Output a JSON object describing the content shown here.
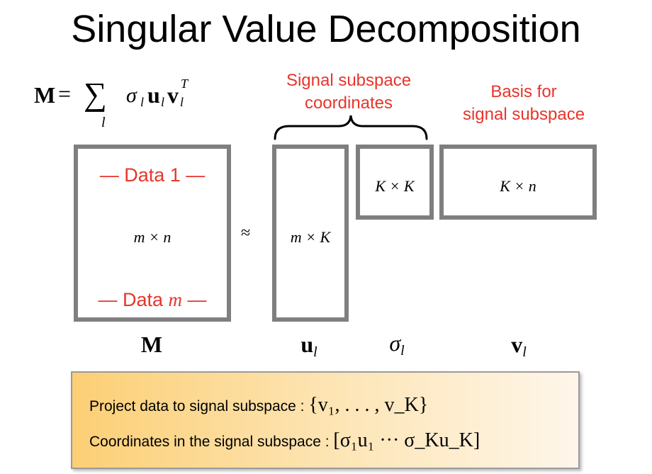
{
  "title": "Singular Value Decomposition",
  "formula": {
    "lhs": "M",
    "eq": "=",
    "sum": "∑",
    "sum_index": "l",
    "sigma": "σ",
    "u": "u",
    "v": "v",
    "sub": "l",
    "sup": "T"
  },
  "brace_label": "Signal subspace\ncoordinates",
  "basis_label": "Basis for\nsignal subspace",
  "matrix_M": {
    "top_row": "— Data 1 —",
    "dims": "m × n",
    "bottom_row_prefix": "— Data ",
    "bottom_row_var": "m",
    "bottom_row_suffix": " —"
  },
  "approx": "≈",
  "matrix_u_dims": "m × K",
  "matrix_sigma_dims": "K × K",
  "matrix_v_dims": "K × n",
  "labels": {
    "M": "M",
    "u": "u",
    "sigma": "σ",
    "v": "v",
    "sub": "l"
  },
  "bottom": {
    "line1_text": "Project data to signal subspace : ",
    "line1_math": "{v₁, . . . , v_K}",
    "line2_text": "Coordinates in the signal subspace : ",
    "line2_math": "[σ₁u₁  ···  σ_Ku_K]"
  },
  "colors": {
    "accent_red": "#e8352b",
    "box_gray": "#7f7f80",
    "highlight_orange": "#fccf75"
  }
}
